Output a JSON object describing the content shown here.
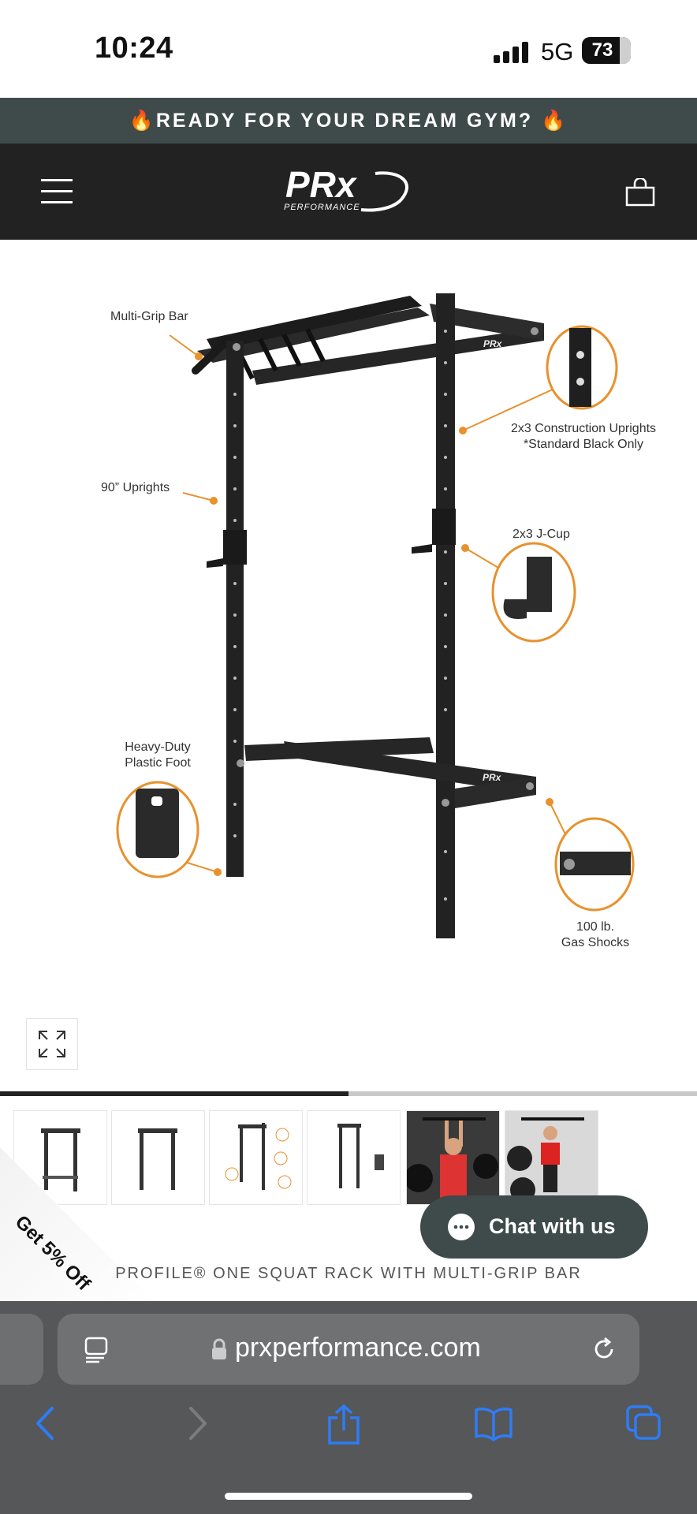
{
  "status_bar": {
    "time": "10:24",
    "network": "5G",
    "battery": "73"
  },
  "promo_bar": {
    "text": "🔥READY FOR YOUR DREAM GYM? 🔥"
  },
  "header": {
    "logo_text": "PRx",
    "logo_subtext": "PERFORMANCE"
  },
  "product_image": {
    "callouts": {
      "multi_grip_bar": "Multi-Grip Bar",
      "uprights_90": "90” Uprights",
      "construction_line1": "2x3 Construction Uprights",
      "construction_line2": "*Standard Black Only",
      "jcup": "2x3 J-Cup",
      "foot_line1": "Heavy-Duty",
      "foot_line2": "Plastic Foot",
      "shocks_line1": "100 lb.",
      "shocks_line2": "Gas Shocks",
      "rack_brand": "PRx"
    },
    "gallery_progress": 0.5
  },
  "chat_button": {
    "label": "Chat with us"
  },
  "discount_corner": {
    "label": "Get 5% Off"
  },
  "product_title": "PROFILE® ONE SQUAT RACK WITH MULTI-GRIP BAR",
  "browser": {
    "url": "prxperformance.com"
  },
  "icons": {
    "menu": "hamburger-icon",
    "cart": "shopping-bag-icon",
    "expand": "expand-icon",
    "lock": "lock-icon",
    "reader": "reader-icon",
    "reload": "reload-icon",
    "back": "back-icon",
    "forward": "forward-icon",
    "share": "share-icon",
    "bookmarks": "bookmarks-icon",
    "tabs": "tabs-icon"
  },
  "colors": {
    "accent_orange": "#e8912d",
    "header_dark": "#222222",
    "promo_bar": "#3f4a4b",
    "safari_blue": "#2f7cf6"
  }
}
